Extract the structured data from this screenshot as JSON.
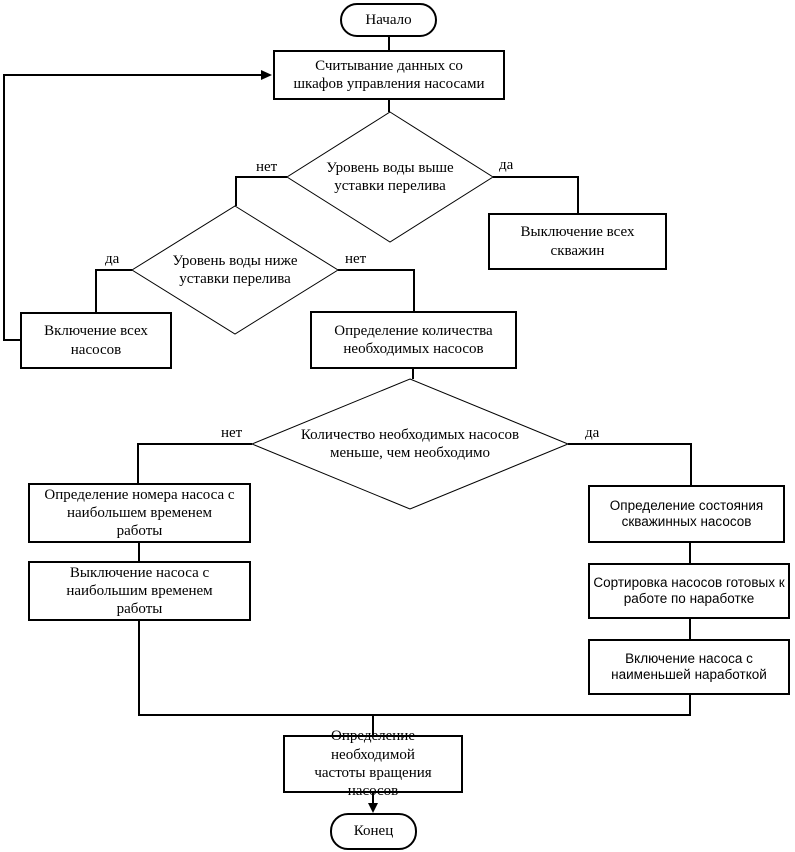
{
  "diagram": {
    "type": "flowchart",
    "language": "ru",
    "colors": {
      "line": "#000000",
      "background": "#ffffff"
    },
    "nodes": {
      "start": {
        "shape": "terminator",
        "label": "Начало"
      },
      "read_data": {
        "shape": "process",
        "label": [
          "Считывание данных со",
          "шкафов управления насосами"
        ]
      },
      "level_above": {
        "shape": "decision",
        "label": [
          "Уровень воды выше",
          "уставки перелива"
        ]
      },
      "wells_off": {
        "shape": "process",
        "label": [
          "Выключение всех",
          "скважин"
        ]
      },
      "level_below": {
        "shape": "decision",
        "label": [
          "Уровень воды ниже",
          "уставки перелива"
        ]
      },
      "pumps_on": {
        "shape": "process",
        "label": [
          "Включение всех",
          "насосов"
        ]
      },
      "pump_count": {
        "shape": "process",
        "label": [
          "Определение количества",
          "необходимых насосов"
        ]
      },
      "count_less": {
        "shape": "decision",
        "label": [
          "Количество необходимых насосов",
          "меньше, чем необходимо"
        ]
      },
      "find_max": {
        "shape": "process",
        "label": [
          "Определение номера насоса с",
          "наибольшем временем",
          "работы"
        ]
      },
      "off_max": {
        "shape": "process",
        "label": [
          "Выключение насоса с",
          "наибольшим временем",
          "работы"
        ]
      },
      "well_state": {
        "shape": "process",
        "label": [
          "Определение состояния",
          "скважинных насосов"
        ]
      },
      "sort_pumps": {
        "shape": "process",
        "label": [
          "Сортировка насосов готовых к",
          "работе по наработке"
        ]
      },
      "on_min": {
        "shape": "process",
        "label": [
          "Включение насоса с",
          "наименьшей наработкой"
        ]
      },
      "calc_freq": {
        "shape": "process",
        "label": [
          "Определение необходимой",
          "частоты вращения насосов"
        ]
      },
      "end": {
        "shape": "terminator",
        "label": "Конец"
      }
    },
    "edge_labels": {
      "d1_no": "нет",
      "d1_yes": "да",
      "d2_yes": "да",
      "d2_no": "нет",
      "d3_no": "нет",
      "d3_yes": "да"
    },
    "edges": [
      {
        "from": "start",
        "to": "read_data"
      },
      {
        "from": "read_data",
        "to": "level_above"
      },
      {
        "from": "level_above",
        "to": "level_below",
        "label": "нет"
      },
      {
        "from": "level_above",
        "to": "wells_off",
        "label": "да"
      },
      {
        "from": "level_below",
        "to": "pumps_on",
        "label": "да"
      },
      {
        "from": "level_below",
        "to": "pump_count",
        "label": "нет"
      },
      {
        "from": "pumps_on",
        "to": "read_data"
      },
      {
        "from": "pump_count",
        "to": "count_less"
      },
      {
        "from": "count_less",
        "to": "find_max",
        "label": "нет"
      },
      {
        "from": "count_less",
        "to": "well_state",
        "label": "да"
      },
      {
        "from": "find_max",
        "to": "off_max"
      },
      {
        "from": "well_state",
        "to": "sort_pumps"
      },
      {
        "from": "sort_pumps",
        "to": "on_min"
      },
      {
        "from": "off_max",
        "to": "calc_freq"
      },
      {
        "from": "on_min",
        "to": "calc_freq"
      },
      {
        "from": "calc_freq",
        "to": "end"
      }
    ]
  }
}
